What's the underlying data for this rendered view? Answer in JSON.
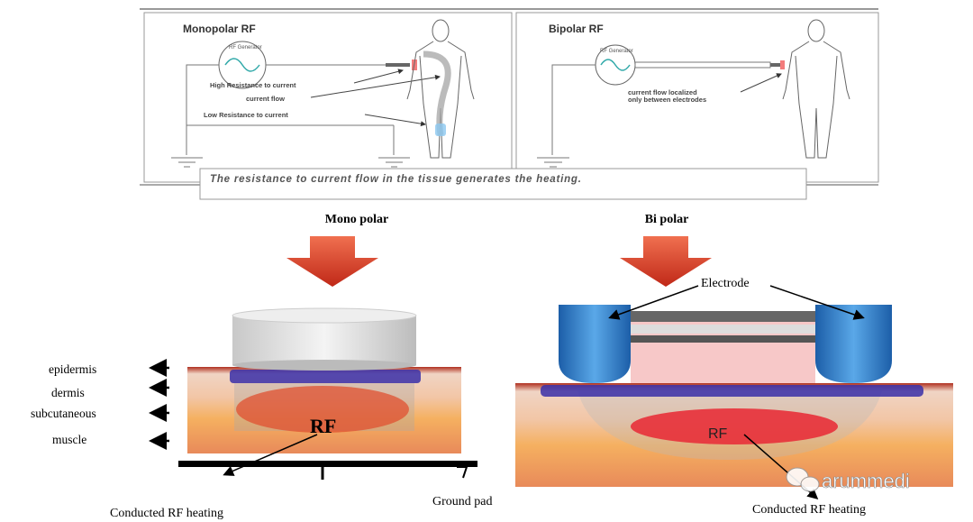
{
  "top": {
    "mono_title": "Monopolar RF",
    "bi_title": "Bipolar RF",
    "generator_label": "RF Generator",
    "high_resistance": "High Resistance to current",
    "current_flow": "current flow",
    "low_resistance": "Low Resistance to current",
    "localized_line1": "current flow localized",
    "localized_line2": "only between electrodes",
    "caption": "The resistance to current flow in the tissue generates the heating."
  },
  "mono": {
    "heading": "Mono polar",
    "layers": [
      "epidermis",
      "dermis",
      "subcutaneous",
      "muscle"
    ],
    "rf": "RF",
    "conducted": "Conducted RF heating",
    "ground": "Ground pad"
  },
  "bi": {
    "heading": "Bi polar",
    "electrode": "Electrode",
    "rf": "RF",
    "conducted": "Conducted RF heating"
  },
  "watermark": "arummedi",
  "colors": {
    "arrow": "#d63a2a",
    "band": "#3a2fa8",
    "electrode": "#2f7fc8",
    "rf": "#e8303a"
  }
}
